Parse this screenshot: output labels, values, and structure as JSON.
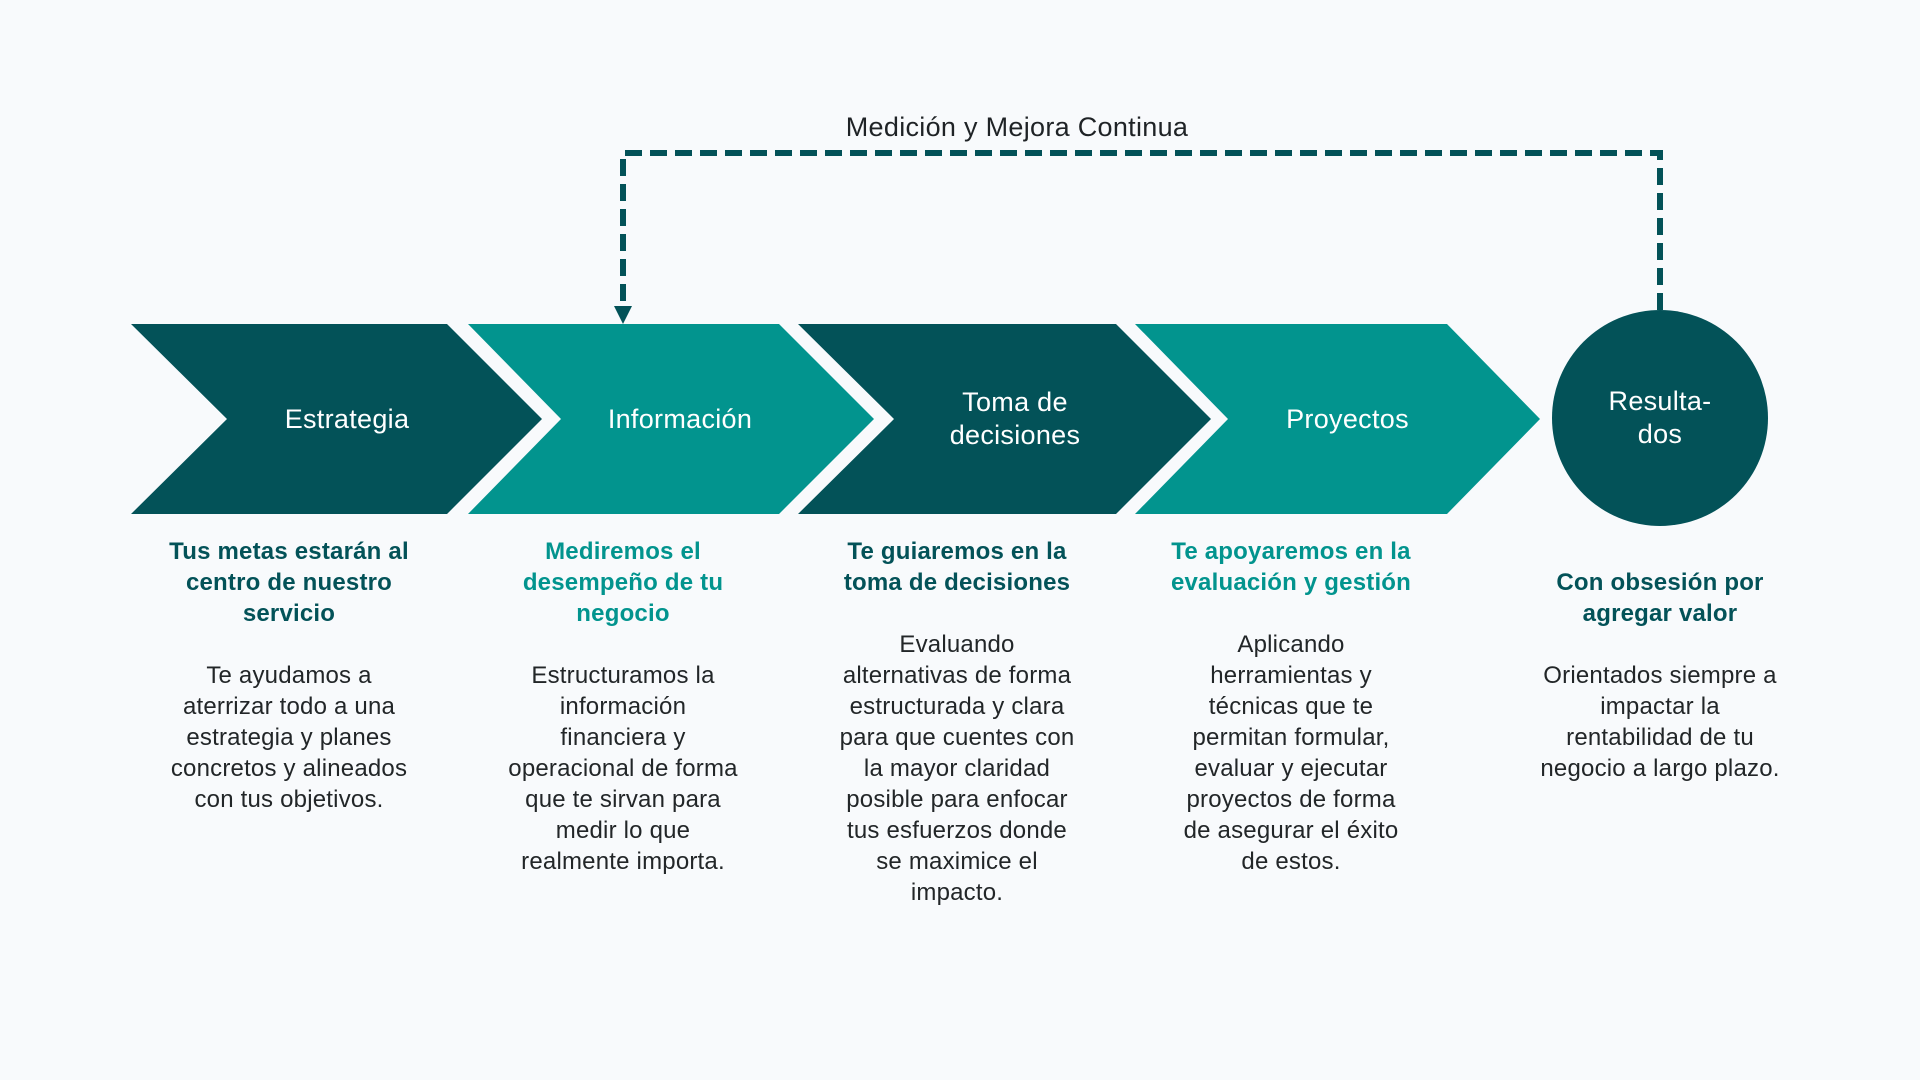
{
  "colors": {
    "dark": "#035258",
    "teal": "#02948E",
    "background": "#F8FAFC",
    "body_text": "#222628",
    "loop_line": "#035258"
  },
  "loop": {
    "label": "Medición y Mejora Continua",
    "from_step": "Resultados",
    "to_step": "Información",
    "style": "dashed-arrow"
  },
  "steps": [
    {
      "label_lines": [
        "Estrategia"
      ],
      "shape": "chevron",
      "color": "dark",
      "heading_lines": [
        "Tus metas estarán al",
        "centro de nuestro",
        "servicio"
      ],
      "body_lines": [
        "Te ayudamos a",
        "aterrizar todo a una",
        "estrategia y planes",
        "concretos y alineados",
        "con tus objetivos."
      ]
    },
    {
      "label_lines": [
        "Información"
      ],
      "shape": "chevron",
      "color": "teal",
      "heading_lines": [
        "Mediremos el",
        "desempeño de tu",
        "negocio"
      ],
      "body_lines": [
        "Estructuramos la",
        "información",
        "financiera y",
        "operacional de forma",
        "que te sirvan para",
        "medir lo que",
        "realmente importa."
      ]
    },
    {
      "label_lines": [
        "Toma de",
        "decisiones"
      ],
      "shape": "chevron",
      "color": "dark",
      "heading_lines": [
        "Te guiaremos en la",
        "toma de decisiones"
      ],
      "body_lines": [
        "Evaluando",
        "alternativas de forma",
        "estructurada y clara",
        "para que cuentes con",
        "la mayor claridad",
        "posible para enfocar",
        "tus esfuerzos donde",
        "se maximice el",
        "impacto."
      ]
    },
    {
      "label_lines": [
        "Proyectos"
      ],
      "shape": "chevron",
      "color": "teal",
      "heading_lines": [
        "Te apoyaremos en la",
        "evaluación y gestión"
      ],
      "body_lines": [
        "Aplicando",
        "herramientas y",
        "técnicas que te",
        "permitan formular,",
        "evaluar y ejecutar",
        "proyectos de forma",
        "de asegurar el éxito",
        "de estos."
      ]
    },
    {
      "label_lines": [
        "Resulta-",
        "dos"
      ],
      "shape": "circle",
      "color": "dark",
      "heading_lines": [
        "Con obsesión por",
        "agregar valor"
      ],
      "body_lines": [
        "Orientados siempre a",
        "impactar la",
        "rentabilidad de tu",
        "negocio a largo plazo."
      ]
    }
  ]
}
